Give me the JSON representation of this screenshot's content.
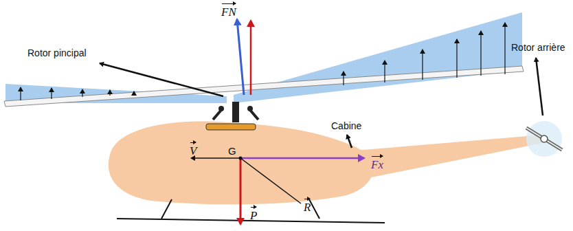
{
  "diagram": {
    "labels": [
      "Rotor pincipal",
      "Rotor arrière",
      "Cabine",
      "FN",
      "V",
      "G",
      "Fx",
      "R",
      "P"
    ]
  }
}
